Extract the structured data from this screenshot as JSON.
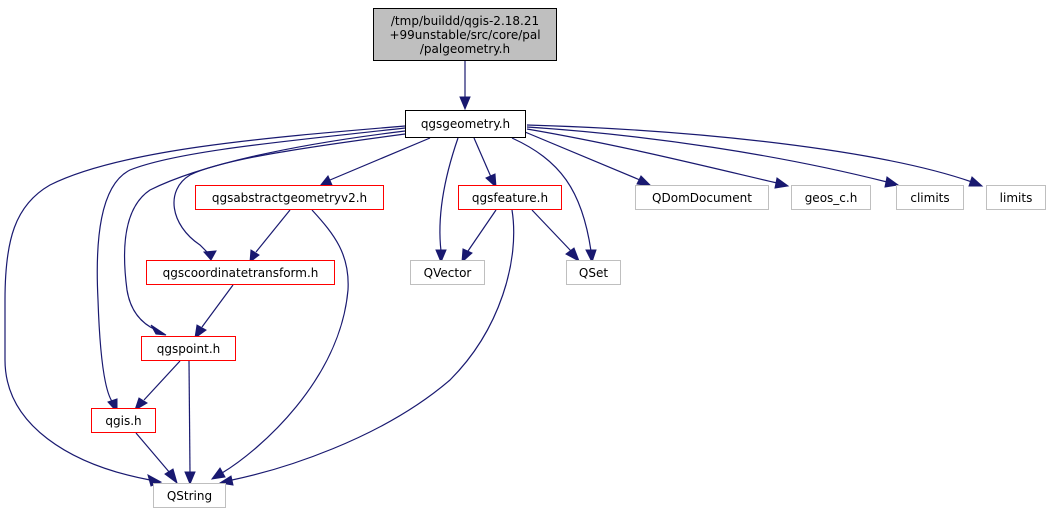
{
  "nodes": {
    "root": {
      "lines": [
        "/tmp/buildd/qgis-2.18.21",
        "+99unstable/src/core/pal",
        "/palgeometry.h"
      ]
    },
    "qgsgeometry": "qgsgeometry.h",
    "qgsabstractgeometry": "qgsabstractgeometryv2.h",
    "qgsfeature": "qgsfeature.h",
    "qdomdocument": "QDomDocument",
    "geos": "geos_c.h",
    "climits": "climits",
    "limits": "limits",
    "qgscoordinatetransform": "qgscoordinatetransform.h",
    "qvector": "QVector",
    "qset": "QSet",
    "qgspoint": "qgspoint.h",
    "qgis": "qgis.h",
    "qstring": "QString"
  },
  "colors": {
    "edge": "#191970",
    "root_fill": "#bfbfbf",
    "internal_border": "#ff0000",
    "external_border": "#bfbfbf",
    "main_border": "#000000"
  }
}
